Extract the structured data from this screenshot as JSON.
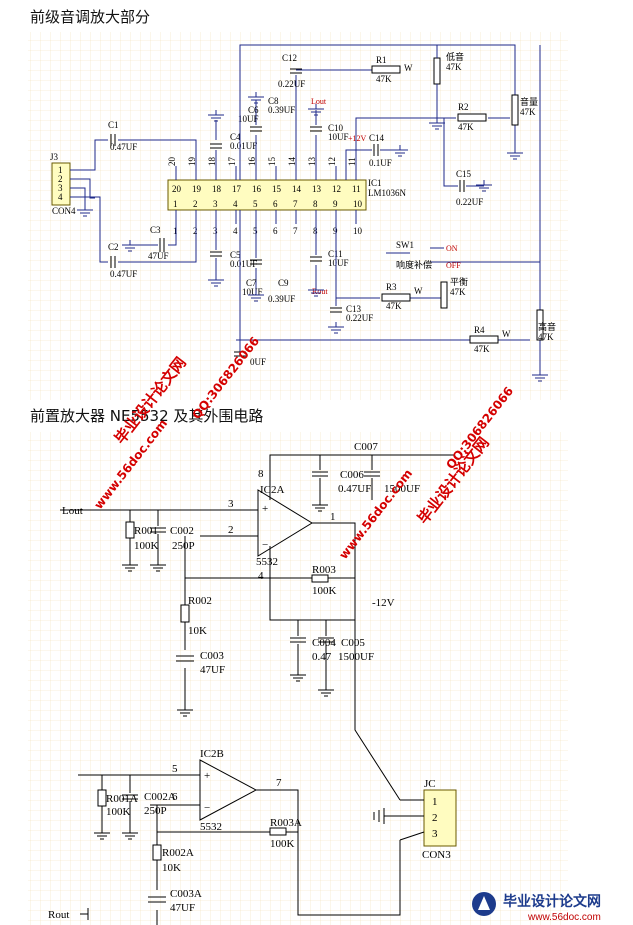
{
  "headings": {
    "top": "前级音调放大部分",
    "bottom": "前置放大器 NE5532 及其外围电路"
  },
  "top_schematic": {
    "ic": {
      "ref": "IC1",
      "part": "LM1036N",
      "pins_top": [
        "20",
        "19",
        "18",
        "17",
        "16",
        "15",
        "14",
        "13",
        "12",
        "11"
      ],
      "pins_bottom": [
        "1",
        "2",
        "3",
        "4",
        "5",
        "6",
        "7",
        "8",
        "9",
        "10"
      ]
    },
    "connector": {
      "ref": "J3",
      "part": "CON4",
      "pins": [
        "1",
        "2",
        "3",
        "4"
      ]
    },
    "parts": {
      "C1": "C1",
      "C1_val": "0.47UF",
      "C2": "C2",
      "C2_val": "0.47UF",
      "C3": "C3",
      "C3_val": "47UF",
      "C4": "C4",
      "C4_val": "0.01UF",
      "C5": "C5",
      "C5_val": "0.01UF",
      "C6": "C6",
      "C6_val": "10UF",
      "C7": "C7",
      "C7_val": "10UF",
      "C8": "C8",
      "C8_val": "0.39UF",
      "C9": "C9",
      "C9_val": "0.39UF",
      "C10": "C10",
      "C10_val": "10UF",
      "C11": "C11",
      "C11_val": "10UF",
      "C12": "C12",
      "C12_val": "0.22UF",
      "C13": "C13",
      "C13_val": "0.22UF",
      "C14": "C14",
      "C14_val": "0.1UF",
      "C15": "C15",
      "C15_val": "0.22UF",
      "C16_val": "0UF",
      "R1": "R1",
      "R1_val": "47K",
      "R2": "R2",
      "R2_val": "47K",
      "R3": "R3",
      "R3_val": "47K",
      "R4": "R4",
      "R4_val": "47K",
      "pot_bass": "低音",
      "pot_vol": "音量",
      "pot_bal": "平衡",
      "pot_treble": "高音",
      "pot_val": "47K",
      "sw": "SW1",
      "sw_label": "响度补偿",
      "sw_on": "ON",
      "sw_off": "OFF",
      "vcc": "+12V",
      "lout": "Lout",
      "rout": "Rout",
      "w": "W"
    }
  },
  "bottom_schematic": {
    "labels": {
      "lout": "Lout",
      "rout": "Rout",
      "ic2a": "IC2A",
      "ic2a_part": "5532",
      "ic2b": "IC2B",
      "ic2b_part": "5532",
      "c007": "C007",
      "c006": "C006",
      "c006_val": "0.47UF",
      "c006b_val": "1500UF",
      "r001": "R001",
      "r001_val": "100K",
      "c002": "C002",
      "c002_val": "250P",
      "r002": "R002",
      "r002_val": "10K",
      "c003": "C003",
      "c003_val": "47UF",
      "r003": "R003",
      "r003_val": "100K",
      "c004": "C004",
      "c005": "C005",
      "c004_val": "0.47",
      "c005_val": "1500UF",
      "neg12": "-12V",
      "pin8": "8",
      "pin3": "3",
      "pin2": "2",
      "pin4": "4",
      "pin1": "1",
      "pin5": "5",
      "pin6": "6",
      "pin7": "7",
      "r001a": "R001A",
      "r001a_val": "100K",
      "c002a": "C002A",
      "c002a_val": "250P",
      "r002a": "R002A",
      "r002a_val": "10K",
      "c003a": "C003A",
      "c003a_val": "47UF",
      "r003a": "R003A",
      "r003a_val": "100K",
      "jc": "JC",
      "jc_part": "CON3",
      "jc_pins": [
        "1",
        "2",
        "3"
      ]
    }
  },
  "watermarks": {
    "site_cn": "毕业设计论文网",
    "url": "www.56doc.com",
    "qq": "QQ:306826066",
    "footer_cn": "毕业设计论文网",
    "footer_url": "www.56doc.com"
  }
}
